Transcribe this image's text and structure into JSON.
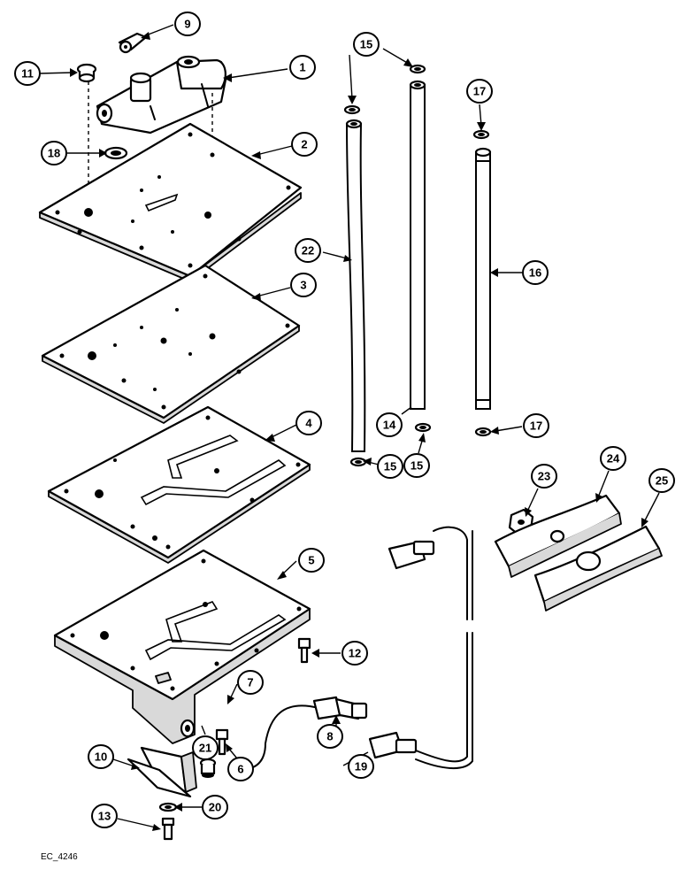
{
  "figure": {
    "reference_code": "EC_4246",
    "callouts": [
      "1",
      "2",
      "3",
      "4",
      "5",
      "6",
      "7",
      "8",
      "9",
      "10",
      "11",
      "12",
      "13",
      "14",
      "15",
      "15",
      "15",
      "16",
      "17",
      "17",
      "18",
      "19",
      "20",
      "21",
      "22",
      "23",
      "24",
      "25"
    ]
  }
}
